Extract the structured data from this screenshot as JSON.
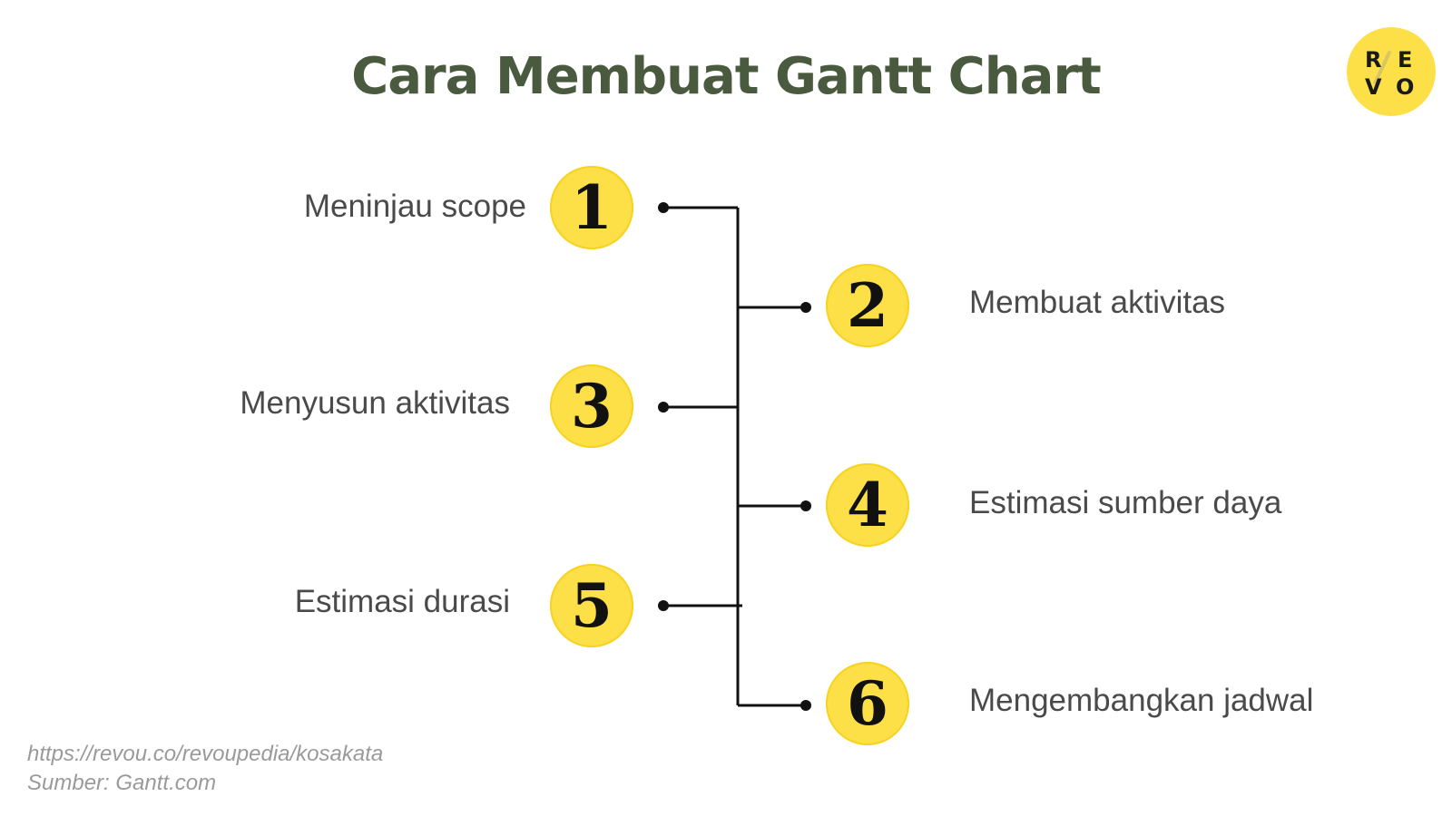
{
  "title": "Cara Membuat Gantt Chart",
  "logo": {
    "letters": [
      "R",
      "E",
      "V",
      "O"
    ]
  },
  "steps": [
    {
      "number": "1",
      "label": "Meninjau scope"
    },
    {
      "number": "2",
      "label": "Membuat aktivitas"
    },
    {
      "number": "3",
      "label": "Menyusun aktivitas"
    },
    {
      "number": "4",
      "label": "Estimasi sumber daya"
    },
    {
      "number": "5",
      "label": "Estimasi durasi"
    },
    {
      "number": "6",
      "label": "Mengembangkan jadwal"
    }
  ],
  "footer": {
    "url": "https://revou.co/revoupedia/kosakata",
    "source": "Sumber: Gantt.com"
  },
  "colors": {
    "badge": "#fde047",
    "title": "#4a5a3e",
    "line": "#111111"
  }
}
